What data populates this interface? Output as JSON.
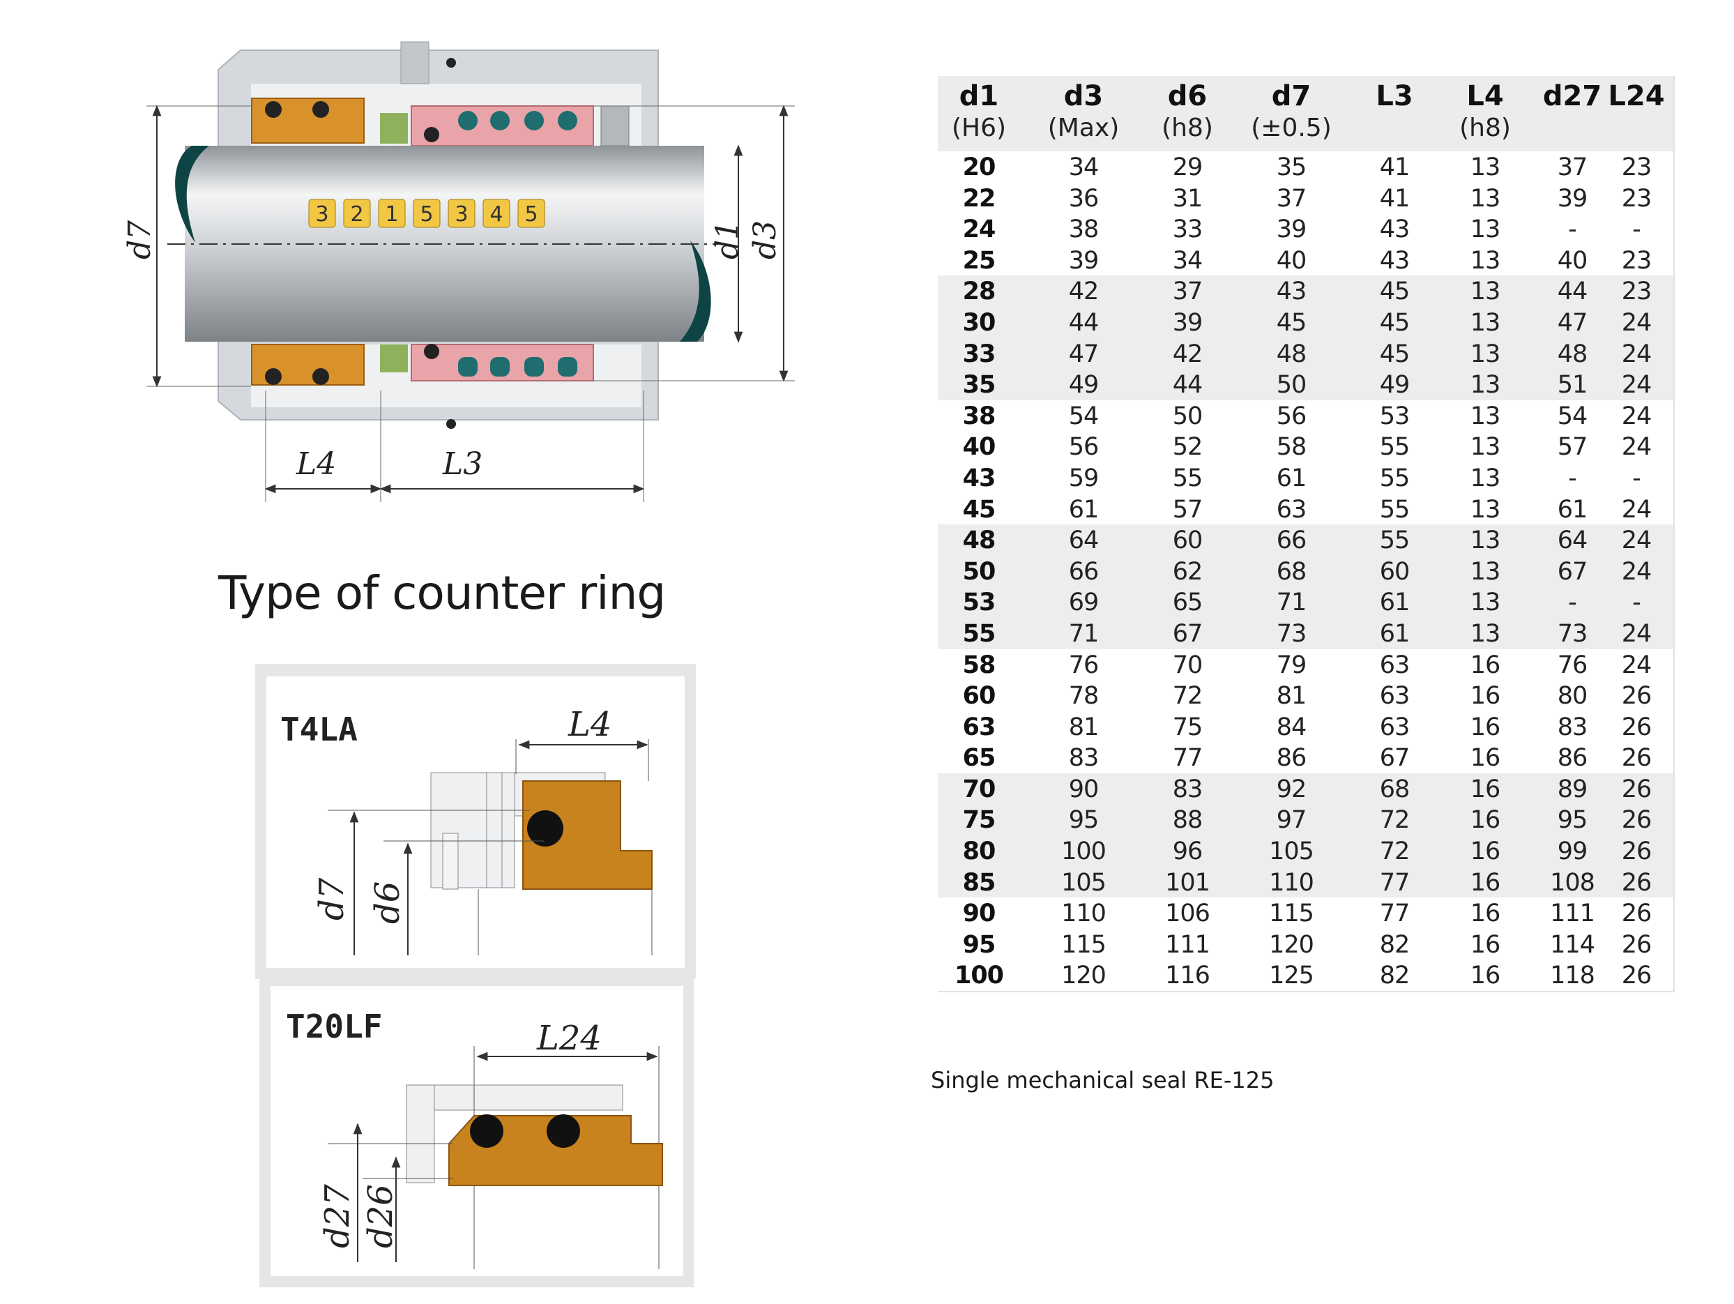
{
  "colors": {
    "orange": "#d9912c",
    "pink": "#e8a4a8",
    "teal": "#1f6d6e",
    "shaft_end": "#0e4443",
    "housing": "#d5d9dd",
    "label_box": "#f2c744"
  },
  "main_drawing": {
    "part_numbers": [
      "3",
      "2",
      "1",
      "5",
      "3",
      "4",
      "5"
    ],
    "dims": {
      "d7": "d7",
      "d1": "d1",
      "d3": "d3",
      "L4": "L4",
      "L3": "L3"
    }
  },
  "section_title": "Type of counter ring",
  "counter_rings": [
    {
      "name": "T4LA",
      "dims": {
        "length": "L4",
        "outer": "d7",
        "inner": "d6"
      }
    },
    {
      "name": "T20LF",
      "dims": {
        "length": "L24",
        "outer": "d27",
        "inner": "d26"
      }
    }
  ],
  "table": {
    "columns": [
      {
        "name": "d1",
        "sub": "(H6)"
      },
      {
        "name": "d3",
        "sub": "(Max)"
      },
      {
        "name": "d6",
        "sub": "(h8)"
      },
      {
        "name": "d7",
        "sub": "(±0.5)"
      },
      {
        "name": "L3",
        "sub": ""
      },
      {
        "name": "L4",
        "sub": "(h8)"
      },
      {
        "name": "d27",
        "sub": ""
      },
      {
        "name": "L24",
        "sub": ""
      }
    ],
    "rows": [
      [
        "20",
        "34",
        "29",
        "35",
        "41",
        "13",
        "37",
        "23"
      ],
      [
        "22",
        "36",
        "31",
        "37",
        "41",
        "13",
        "39",
        "23"
      ],
      [
        "24",
        "38",
        "33",
        "39",
        "43",
        "13",
        "-",
        "-"
      ],
      [
        "25",
        "39",
        "34",
        "40",
        "43",
        "13",
        "40",
        "23"
      ],
      [
        "28",
        "42",
        "37",
        "43",
        "45",
        "13",
        "44",
        "23"
      ],
      [
        "30",
        "44",
        "39",
        "45",
        "45",
        "13",
        "47",
        "24"
      ],
      [
        "33",
        "47",
        "42",
        "48",
        "45",
        "13",
        "48",
        "24"
      ],
      [
        "35",
        "49",
        "44",
        "50",
        "49",
        "13",
        "51",
        "24"
      ],
      [
        "38",
        "54",
        "50",
        "56",
        "53",
        "13",
        "54",
        "24"
      ],
      [
        "40",
        "56",
        "52",
        "58",
        "55",
        "13",
        "57",
        "24"
      ],
      [
        "43",
        "59",
        "55",
        "61",
        "55",
        "13",
        "-",
        "-"
      ],
      [
        "45",
        "61",
        "57",
        "63",
        "55",
        "13",
        "61",
        "24"
      ],
      [
        "48",
        "64",
        "60",
        "66",
        "55",
        "13",
        "64",
        "24"
      ],
      [
        "50",
        "66",
        "62",
        "68",
        "60",
        "13",
        "67",
        "24"
      ],
      [
        "53",
        "69",
        "65",
        "71",
        "61",
        "13",
        "-",
        "-"
      ],
      [
        "55",
        "71",
        "67",
        "73",
        "61",
        "13",
        "73",
        "24"
      ],
      [
        "58",
        "76",
        "70",
        "79",
        "63",
        "16",
        "76",
        "24"
      ],
      [
        "60",
        "78",
        "72",
        "81",
        "63",
        "16",
        "80",
        "26"
      ],
      [
        "63",
        "81",
        "75",
        "84",
        "63",
        "16",
        "83",
        "26"
      ],
      [
        "65",
        "83",
        "77",
        "86",
        "67",
        "16",
        "86",
        "26"
      ],
      [
        "70",
        "90",
        "83",
        "92",
        "68",
        "16",
        "89",
        "26"
      ],
      [
        "75",
        "95",
        "88",
        "97",
        "72",
        "16",
        "95",
        "26"
      ],
      [
        "80",
        "100",
        "96",
        "105",
        "72",
        "16",
        "99",
        "26"
      ],
      [
        "85",
        "105",
        "101",
        "110",
        "77",
        "16",
        "108",
        "26"
      ],
      [
        "90",
        "110",
        "106",
        "115",
        "77",
        "16",
        "111",
        "26"
      ],
      [
        "95",
        "115",
        "111",
        "120",
        "82",
        "16",
        "114",
        "26"
      ],
      [
        "100",
        "120",
        "116",
        "125",
        "82",
        "16",
        "118",
        "26"
      ]
    ]
  },
  "caption": "Single mechanical seal RE-125"
}
